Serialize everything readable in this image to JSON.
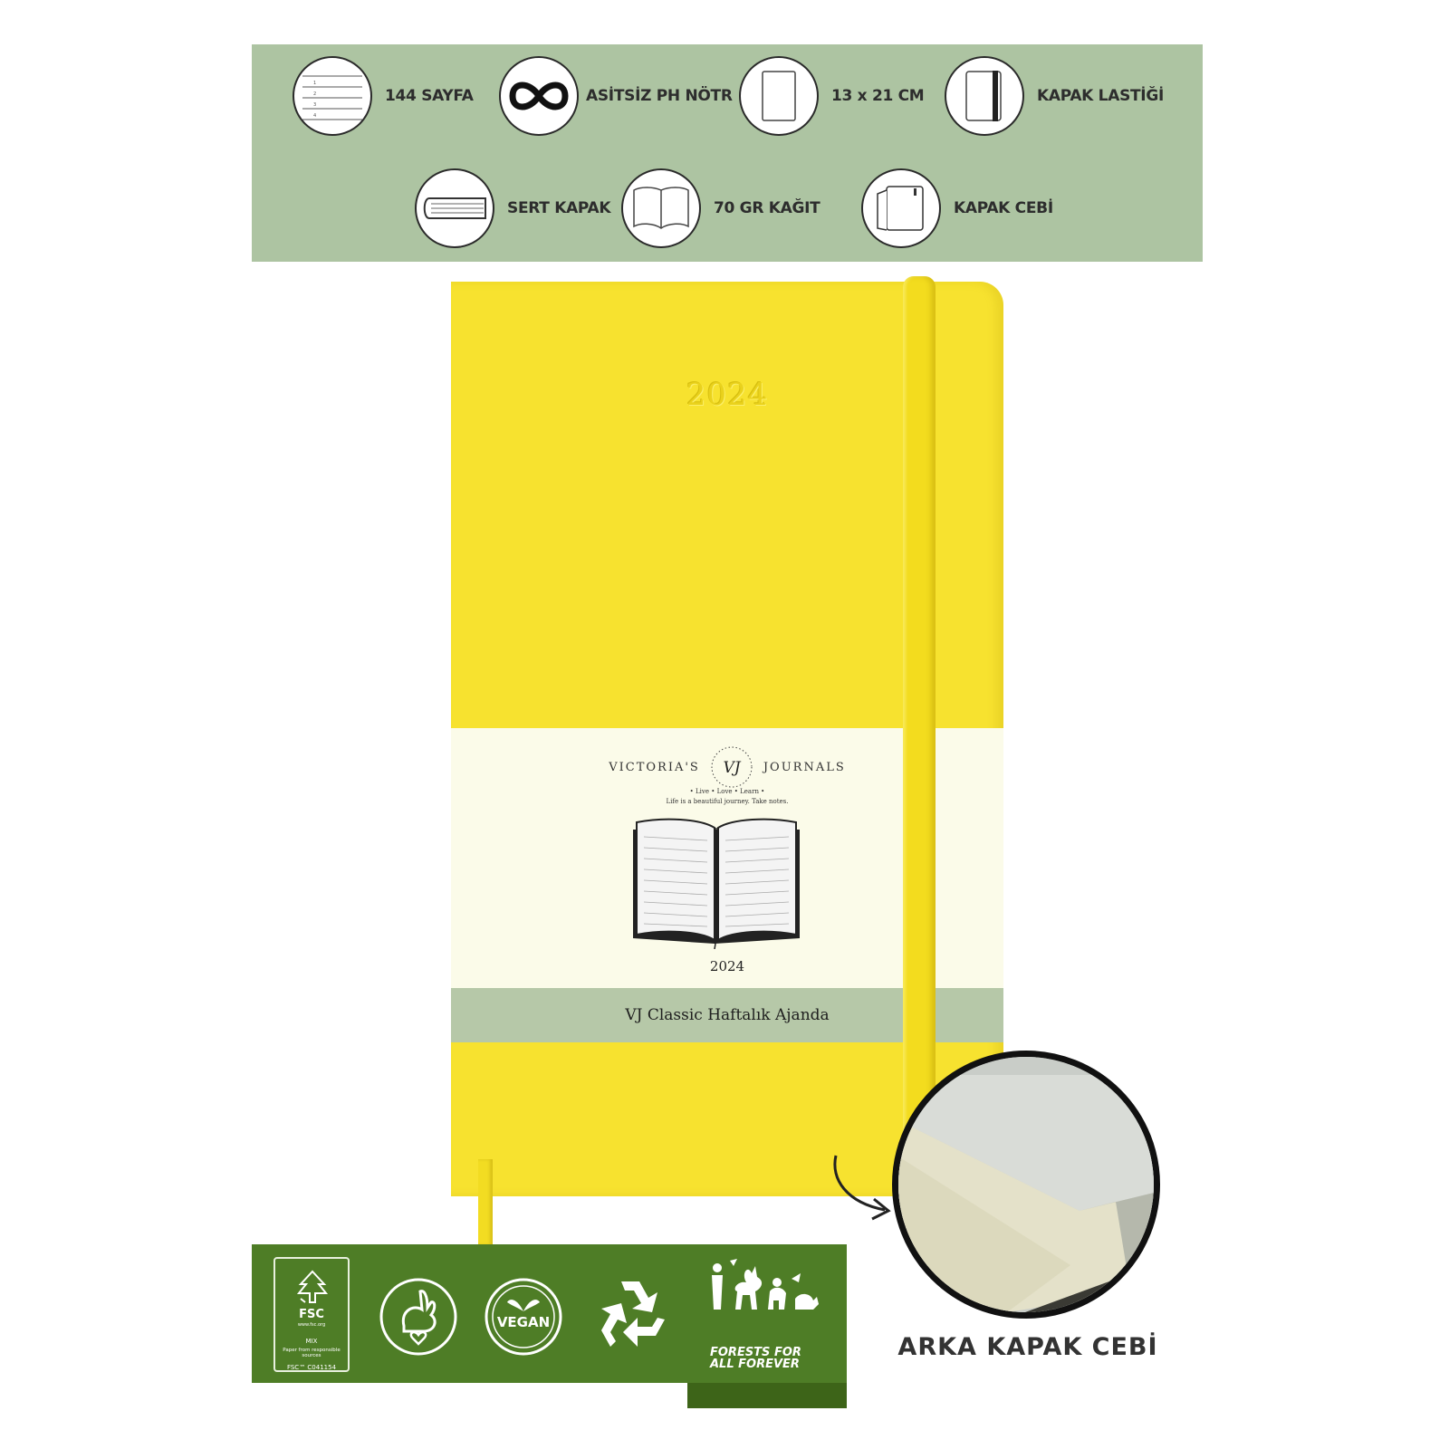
{
  "features": [
    {
      "label": "144 SAYFA",
      "icon": "lined-pages-icon"
    },
    {
      "label": "ASİTSİZ PH NÖTR",
      "icon": "infinity-icon"
    },
    {
      "label": "13 x 21 CM",
      "icon": "notebook-size-icon"
    },
    {
      "label": "KAPAK LASTİĞİ",
      "icon": "elastic-band-icon"
    },
    {
      "label": "SERT KAPAK",
      "icon": "hardcover-icon"
    },
    {
      "label": "70 GR KAĞIT",
      "icon": "open-book-icon"
    },
    {
      "label": "KAPAK CEBİ",
      "icon": "cover-pocket-icon"
    }
  ],
  "notebook": {
    "cover_color": "#f7e22f",
    "embossed_year": "2024",
    "brand_left": "VICTORIA'S",
    "brand_logo": "VJ",
    "brand_right": "JOURNALS",
    "tagline_1": "• Live • Love • Learn •",
    "tagline_2": "Life is a beautiful journey. Take notes.",
    "card_year": "2024",
    "product_title": "VJ Classic Haftalık Ajanda"
  },
  "back_pocket": {
    "label": "ARKA KAPAK CEBİ"
  },
  "eco": {
    "fsc": {
      "name": "FSC",
      "url": "www.fsc.org",
      "mix": "MIX",
      "paper": "Paper from responsible sources",
      "code": "FSC™ C041154"
    },
    "forests": "FORESTS FOR ALL FOREVER",
    "vegan": "VEGAN",
    "banner_color": "#4e7d26"
  },
  "colors": {
    "feature_banner": "#adc4a2",
    "title_strip": "#b6c8a8"
  }
}
